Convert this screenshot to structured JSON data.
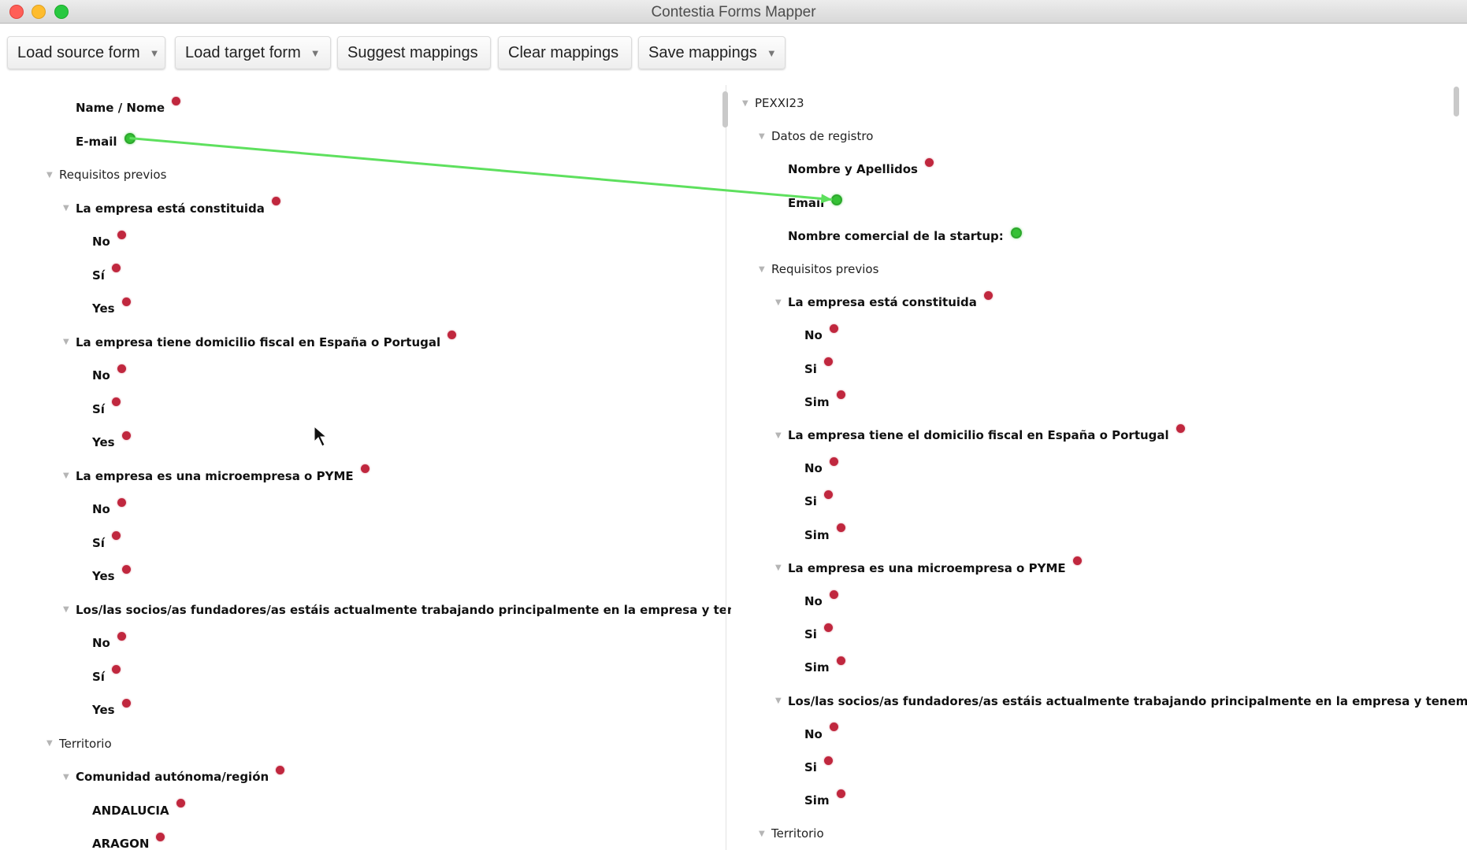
{
  "window": {
    "title": "Contestia Forms Mapper"
  },
  "toolbar": {
    "load_source": "Load source form",
    "load_target": "Load target form",
    "suggest": "Suggest mappings",
    "clear": "Clear mappings",
    "save": "Save mappings"
  },
  "colors": {
    "mapped": "#35c135",
    "unmapped": "#c0273e",
    "mapping_line": "#5ee05e"
  },
  "source_tree": [
    {
      "label": "Name / Nome",
      "level": 2,
      "kind": "field",
      "status": "unmapped"
    },
    {
      "label": "E-mail",
      "level": 2,
      "kind": "field",
      "status": "mapped",
      "id": "src-email"
    },
    {
      "label": "Requisitos previos",
      "level": 1,
      "kind": "group",
      "expanded": true
    },
    {
      "label": "La empresa está constituida",
      "level": 2,
      "kind": "field",
      "status": "unmapped",
      "expanded": true
    },
    {
      "label": "No",
      "level": 3,
      "kind": "option",
      "status": "unmapped"
    },
    {
      "label": "Sí",
      "level": 3,
      "kind": "option",
      "status": "unmapped"
    },
    {
      "label": "Yes",
      "level": 3,
      "kind": "option",
      "status": "unmapped"
    },
    {
      "label": "La empresa tiene domicilio fiscal en España o Portugal",
      "level": 2,
      "kind": "field",
      "status": "unmapped",
      "expanded": true
    },
    {
      "label": "No",
      "level": 3,
      "kind": "option",
      "status": "unmapped"
    },
    {
      "label": "Sí",
      "level": 3,
      "kind": "option",
      "status": "unmapped"
    },
    {
      "label": "Yes",
      "level": 3,
      "kind": "option",
      "status": "unmapped"
    },
    {
      "label": "La empresa es una microempresa o PYME",
      "level": 2,
      "kind": "field",
      "status": "unmapped",
      "expanded": true
    },
    {
      "label": "No",
      "level": 3,
      "kind": "option",
      "status": "unmapped"
    },
    {
      "label": "Sí",
      "level": 3,
      "kind": "option",
      "status": "unmapped"
    },
    {
      "label": "Yes",
      "level": 3,
      "kind": "option",
      "status": "unmapped"
    },
    {
      "label": "Los/las socios/as fundadores/as estáis actualmente trabajando principalmente en la empresa y tenéis un porc",
      "level": 2,
      "kind": "field",
      "status": "none",
      "expanded": true
    },
    {
      "label": "No",
      "level": 3,
      "kind": "option",
      "status": "unmapped"
    },
    {
      "label": "Sí",
      "level": 3,
      "kind": "option",
      "status": "unmapped"
    },
    {
      "label": "Yes",
      "level": 3,
      "kind": "option",
      "status": "unmapped"
    },
    {
      "label": "Territorio",
      "level": 1,
      "kind": "group",
      "expanded": true
    },
    {
      "label": "Comunidad autónoma/región",
      "level": 2,
      "kind": "field",
      "status": "unmapped",
      "expanded": true
    },
    {
      "label": "ANDALUCIA",
      "level": 3,
      "kind": "option",
      "status": "unmapped"
    },
    {
      "label": "ARAGON",
      "level": 3,
      "kind": "option",
      "status": "unmapped"
    }
  ],
  "target_tree": [
    {
      "label": "PEXXI23",
      "level": 0,
      "kind": "group",
      "expanded": true
    },
    {
      "label": "Datos de registro",
      "level": 1,
      "kind": "group",
      "expanded": true
    },
    {
      "label": "Nombre y Apellidos",
      "level": 2,
      "kind": "field",
      "status": "unmapped"
    },
    {
      "label": "Email",
      "level": 2,
      "kind": "field",
      "status": "mapped",
      "id": "tgt-email"
    },
    {
      "label": "Nombre comercial de la startup:",
      "level": 2,
      "kind": "field",
      "status": "mapped"
    },
    {
      "label": "Requisitos previos",
      "level": 1,
      "kind": "group",
      "expanded": true
    },
    {
      "label": "La empresa está constituida",
      "level": 2,
      "kind": "field",
      "status": "unmapped",
      "expanded": true
    },
    {
      "label": "No",
      "level": 3,
      "kind": "option",
      "status": "unmapped"
    },
    {
      "label": "Si",
      "level": 3,
      "kind": "option",
      "status": "unmapped"
    },
    {
      "label": "Sim",
      "level": 3,
      "kind": "option",
      "status": "unmapped"
    },
    {
      "label": "La empresa tiene el domicilio fiscal en España o Portugal",
      "level": 2,
      "kind": "field",
      "status": "unmapped",
      "expanded": true
    },
    {
      "label": "No",
      "level": 3,
      "kind": "option",
      "status": "unmapped"
    },
    {
      "label": "Si",
      "level": 3,
      "kind": "option",
      "status": "unmapped"
    },
    {
      "label": "Sim",
      "level": 3,
      "kind": "option",
      "status": "unmapped"
    },
    {
      "label": "La empresa es una microempresa o PYME",
      "level": 2,
      "kind": "field",
      "status": "unmapped",
      "expanded": true
    },
    {
      "label": "No",
      "level": 3,
      "kind": "option",
      "status": "unmapped"
    },
    {
      "label": "Si",
      "level": 3,
      "kind": "option",
      "status": "unmapped"
    },
    {
      "label": "Sim",
      "level": 3,
      "kind": "option",
      "status": "unmapped"
    },
    {
      "label": "Los/las socios/as fundadores/as estáis actualmente trabajando principalmente en la empresa y tenemos un pc",
      "level": 2,
      "kind": "field",
      "status": "none",
      "expanded": true
    },
    {
      "label": "No",
      "level": 3,
      "kind": "option",
      "status": "unmapped"
    },
    {
      "label": "Si",
      "level": 3,
      "kind": "option",
      "status": "unmapped"
    },
    {
      "label": "Sim",
      "level": 3,
      "kind": "option",
      "status": "unmapped"
    },
    {
      "label": "Territorio",
      "level": 1,
      "kind": "group",
      "expanded": true
    }
  ],
  "mappings": [
    {
      "from": "src-email",
      "to": "tgt-email"
    }
  ]
}
